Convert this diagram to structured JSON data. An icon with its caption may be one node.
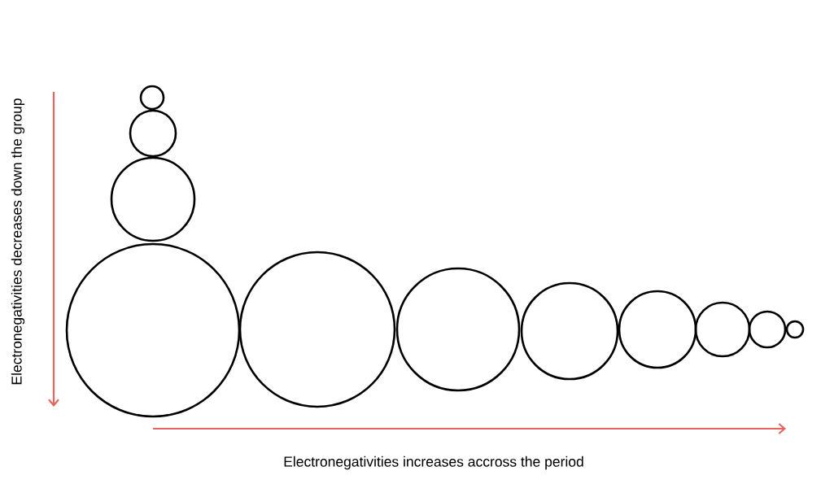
{
  "diagram": {
    "nodes": [
      {
        "text": [],
        "shape": "circle"
      },
      {
        "text": [],
        "shape": "circle"
      },
      {
        "text": [],
        "shape": "circle"
      },
      {
        "text": [],
        "shape": "circle"
      },
      {
        "text": [],
        "shape": "circle"
      },
      {
        "text": [],
        "shape": "circle"
      },
      {
        "text": [],
        "shape": "circle"
      },
      {
        "text": [],
        "shape": "circle"
      },
      {
        "text": [],
        "shape": "circle"
      },
      {
        "text": [],
        "shape": "circle"
      },
      {
        "text": [],
        "shape": "circle"
      }
    ],
    "labels": [
      "Electronegativities decreases down the group",
      "Electronegativities increases accross the period"
    ]
  }
}
